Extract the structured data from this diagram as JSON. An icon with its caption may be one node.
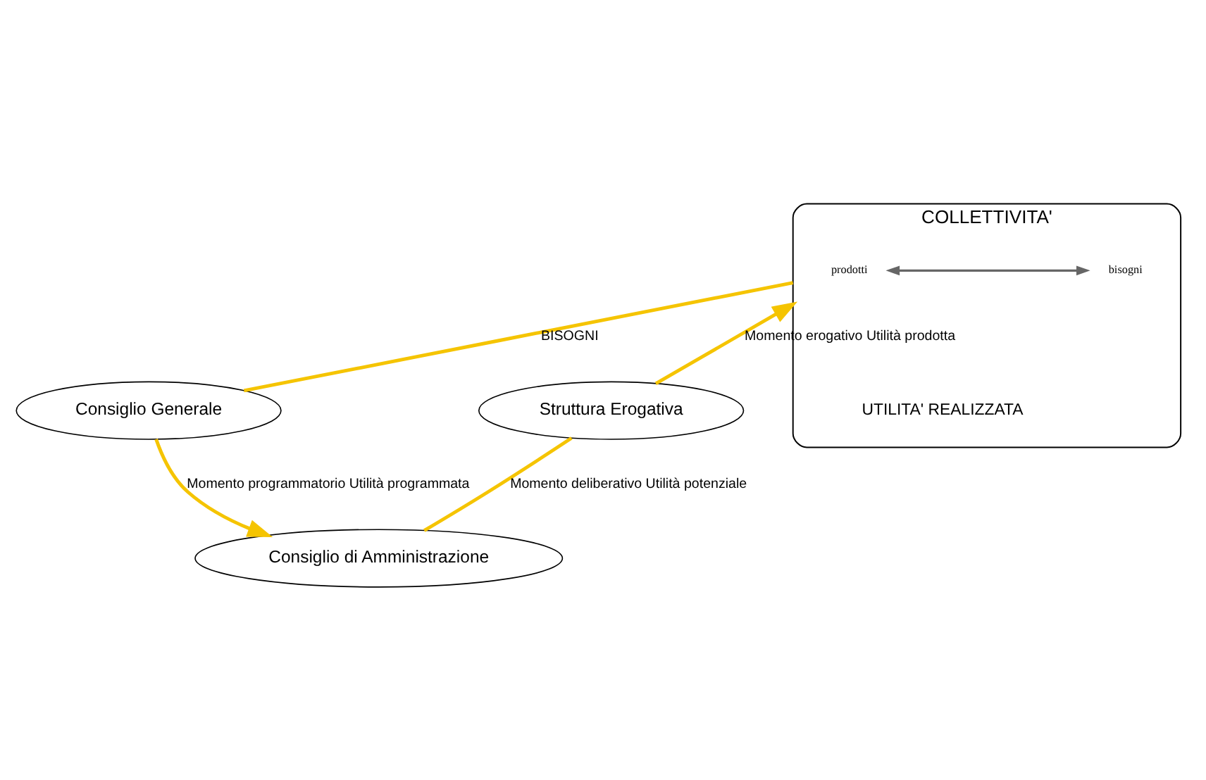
{
  "diagram": {
    "nodes": [
      {
        "text": [
          "COLLETTIVITA'"
        ],
        "beside": [
          "UTILITA' REALIZZATA"
        ]
      },
      {
        "text": [
          "prodotti"
        ],
        "in": 0
      },
      {
        "text": [
          "bisogni"
        ],
        "in": 0
      },
      {
        "text": [
          "Consiglio Generale"
        ]
      },
      {
        "text": [
          "Consiglio di Amministrazione"
        ]
      },
      {
        "text": [
          "Struttura Erogativa"
        ]
      }
    ],
    "edges": [
      {
        "from": 1,
        "to": 2,
        "arrow": "both",
        "color": "#666666"
      },
      {
        "from": 0,
        "to": 3,
        "arrow": "none",
        "label": "BISOGNI"
      },
      {
        "from": 3,
        "to": 4,
        "arrow": "to",
        "label": "Momento programmatorio Utilità programmata"
      },
      {
        "from": 4,
        "to": 5,
        "arrow": "none",
        "label": "Momento deliberativo Utilità potenziale"
      },
      {
        "from": 5,
        "to": 0,
        "arrow": "to",
        "label": "Momento erogativo Utilità prodotta"
      }
    ]
  }
}
